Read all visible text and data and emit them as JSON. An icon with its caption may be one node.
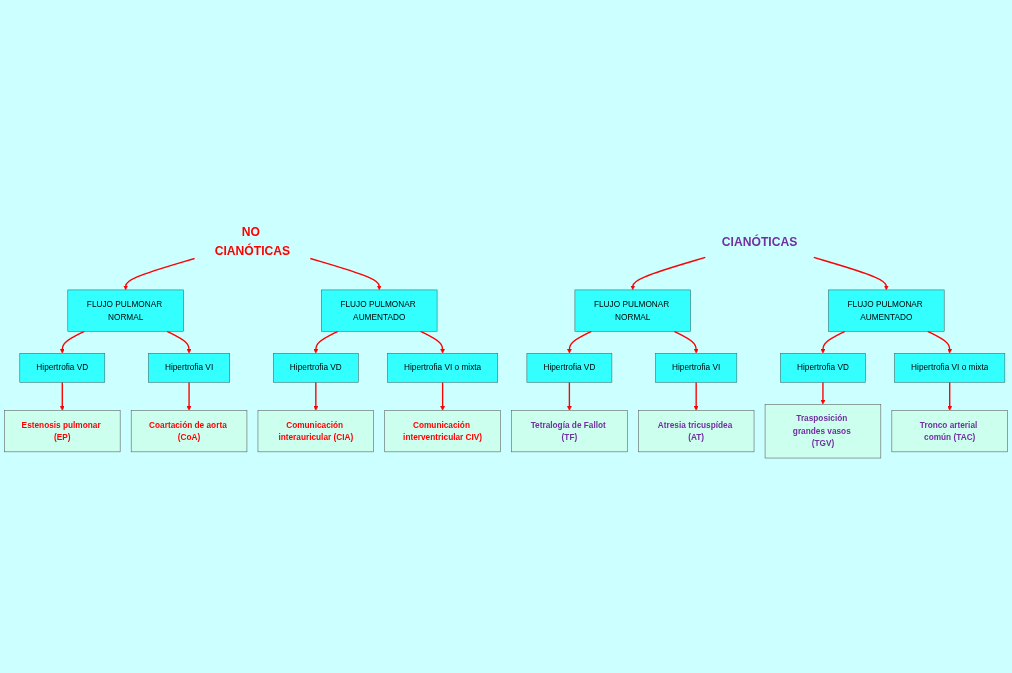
{
  "diagram": {
    "nodes": [
      {
        "text": [
          "NO CIANÓTICAS"
        ]
      },
      {
        "text": [
          "FLUJO PULMONAR NORMAL"
        ]
      },
      {
        "text": [
          "FLUJO PULMONAR AUMENTADO"
        ]
      },
      {
        "text": [
          "Hipertrofia VD"
        ]
      },
      {
        "text": [
          "Hipertrofia VI"
        ]
      },
      {
        "text": [
          "Hipertrofia VD"
        ]
      },
      {
        "text": [
          "Hipertrofia VI o mixta"
        ]
      },
      {
        "text": [
          "Estenosis pulmonar (EP)"
        ]
      },
      {
        "text": [
          "Coartación de aorta (CoA)"
        ]
      },
      {
        "text": [
          "Comunicación interauricular (CIA)"
        ]
      },
      {
        "text": [
          "Comunicación interventricular CIV)"
        ]
      },
      {
        "text": [
          "CIANÓTICAS"
        ]
      },
      {
        "text": [
          "FLUJO PULMONAR NORMAL"
        ]
      },
      {
        "text": [
          "FLUJO PULMONAR AUMENTADO"
        ]
      },
      {
        "text": [
          "Hipertrofia VD"
        ]
      },
      {
        "text": [
          "Hipertrofia VI"
        ]
      },
      {
        "text": [
          "Hipertrofia VD"
        ]
      },
      {
        "text": [
          "Hipertrofia VI o mixta"
        ]
      },
      {
        "text": [
          "Tetralogía de Fallot (TF)"
        ]
      },
      {
        "text": [
          "Atresia tricuspídea (AT)"
        ]
      },
      {
        "text": [
          "Trasposición grandes vasos (TGV)"
        ]
      },
      {
        "text": [
          "Tronco arterial común (TAC)"
        ]
      }
    ],
    "edges": [
      {
        "from": 0,
        "to": 1,
        "arrow": "to"
      },
      {
        "from": 0,
        "to": 2,
        "arrow": "to"
      },
      {
        "from": 1,
        "to": 3,
        "arrow": "to"
      },
      {
        "from": 1,
        "to": 4,
        "arrow": "to"
      },
      {
        "from": 2,
        "to": 5,
        "arrow": "to"
      },
      {
        "from": 2,
        "to": 6,
        "arrow": "to"
      },
      {
        "from": 3,
        "to": 7,
        "arrow": "to"
      },
      {
        "from": 4,
        "to": 8,
        "arrow": "to"
      },
      {
        "from": 5,
        "to": 9,
        "arrow": "to"
      },
      {
        "from": 6,
        "to": 10,
        "arrow": "to"
      },
      {
        "from": 11,
        "to": 12,
        "arrow": "to"
      },
      {
        "from": 11,
        "to": 13,
        "arrow": "to"
      },
      {
        "from": 12,
        "to": 14,
        "arrow": "to"
      },
      {
        "from": 12,
        "to": 15,
        "arrow": "to"
      },
      {
        "from": 13,
        "to": 16,
        "arrow": "to"
      },
      {
        "from": 13,
        "to": 17,
        "arrow": "to"
      },
      {
        "from": 14,
        "to": 18,
        "arrow": "to"
      },
      {
        "from": 15,
        "to": 19,
        "arrow": "to"
      },
      {
        "from": 16,
        "to": 20,
        "arrow": "to"
      },
      {
        "from": 17,
        "to": 21,
        "arrow": "to"
      }
    ]
  }
}
